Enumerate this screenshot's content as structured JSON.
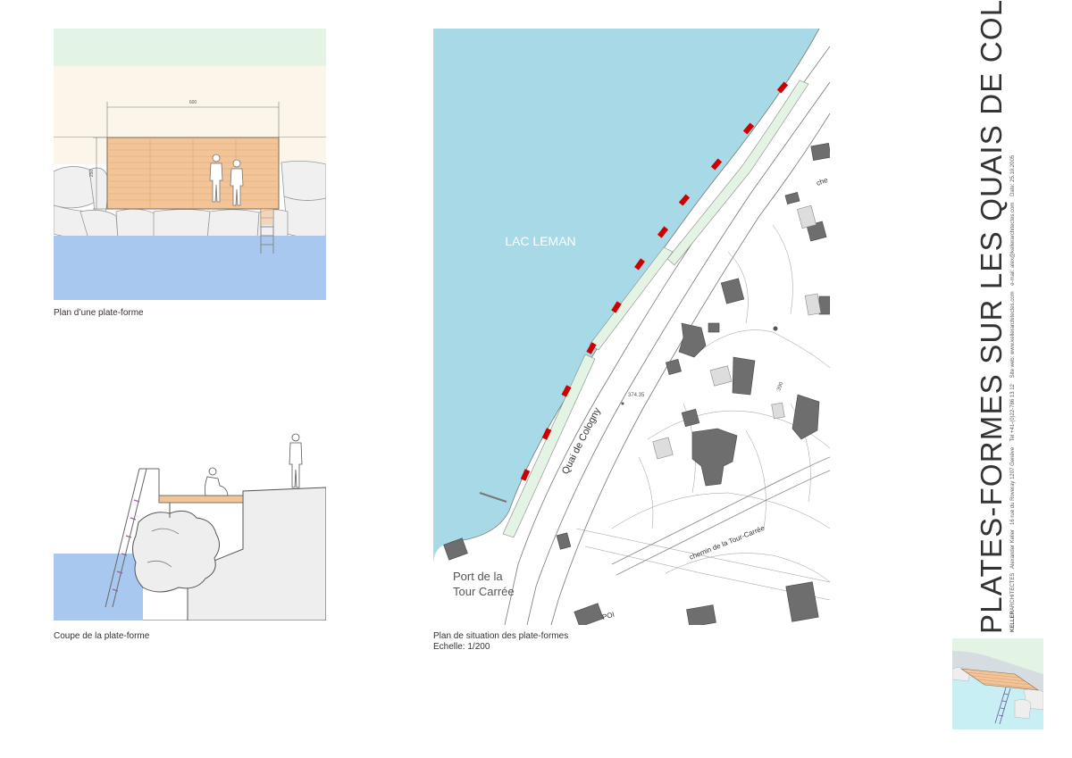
{
  "title": "PLATES-FORMES SUR LES QUAIS DE COLOGNY",
  "firm": {
    "name_bold": "KELLER",
    "name_rest": "ARCHITECTES",
    "person": "Alexander Keller",
    "address": "16 rue du Roveray   1207 Genève",
    "tel": "Tel +41-(0)22-786 13 12",
    "web": "Site web: www.kellerarchitectes.com",
    "email": "e-mail: alex@kellerarchitectes.com",
    "date": "Date: 25.10.2005"
  },
  "plan": {
    "caption": "Plan d’une plate-forme",
    "dim_width": "600",
    "dim_height": "250"
  },
  "section": {
    "caption": "Coupe de la plate-forme"
  },
  "site": {
    "caption": "Plan de situation des plate-formes",
    "scale": "Echelle: 1/200",
    "lake_label": "LAC LEMAN",
    "quai_label": "Quai de Cologny",
    "port_label_1": "Port de la",
    "port_label_2": "Tour Carrée",
    "road_label": "chemin de la Tour-Carrée",
    "altitude": "374.35",
    "top_label": "che",
    "bottom_label": "POI",
    "contour": "390"
  },
  "colors": {
    "lake": "#a8d9e6",
    "water": "#a9c8ef",
    "deck": "#f2c497",
    "grass": "#e4f4e4",
    "sand": "#fbf6e9",
    "marker": "#cc0000",
    "building": "#6e6e6e"
  }
}
